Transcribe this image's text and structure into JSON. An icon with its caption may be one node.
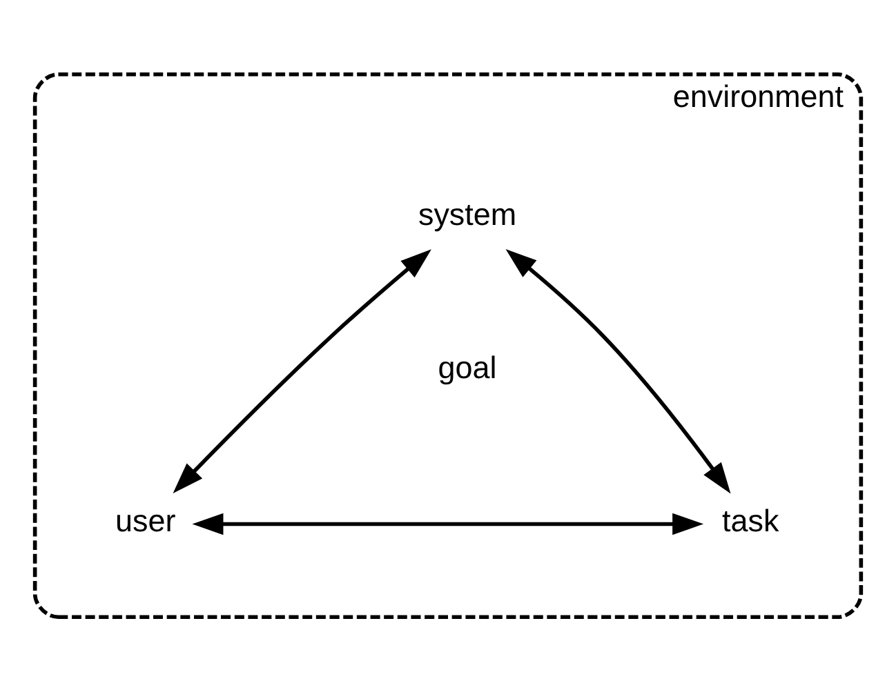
{
  "diagram": {
    "nodes": [
      {
        "text": [
          "environment"
        ]
      },
      {
        "text": [
          "system"
        ],
        "in": 0
      },
      {
        "text": [
          "user"
        ],
        "in": 0
      },
      {
        "text": [
          "task"
        ],
        "in": 0
      }
    ],
    "edges": [
      {
        "from": 1,
        "to": 2,
        "arrow": "both"
      },
      {
        "from": 1,
        "to": 3,
        "arrow": "both"
      },
      {
        "from": 2,
        "to": 3,
        "arrow": "both"
      }
    ],
    "labels": [
      "goal"
    ]
  }
}
